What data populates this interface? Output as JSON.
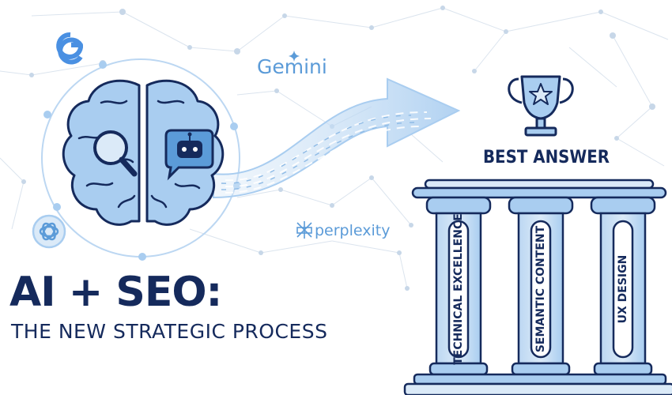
{
  "headline": "AI + SEO:",
  "subheadline": "THE NEW STRATEGIC PROCESS",
  "trophy_caption": "BEST ANSWER",
  "pillars": [
    {
      "label": "TECHNICAL EXCELLENCE"
    },
    {
      "label": "SEMANTIC CONTENT"
    },
    {
      "label": "UX DESIGN"
    }
  ],
  "brands": {
    "google": "G",
    "gemini": "Gemini",
    "perplexity": "perplexity",
    "chatgpt_icon": "openai-knot-icon"
  },
  "icons": [
    "brain-icon",
    "magnifier-icon",
    "robot-chat-icon",
    "trophy-icon",
    "flow-arrow-icon",
    "network-background"
  ],
  "colors": {
    "navy": "#152a5c",
    "light_blue": "#a9cdf0",
    "mid_blue": "#5b9bd8",
    "pale_blue": "#dbeaf8",
    "google_blue": "#4a90e2"
  }
}
